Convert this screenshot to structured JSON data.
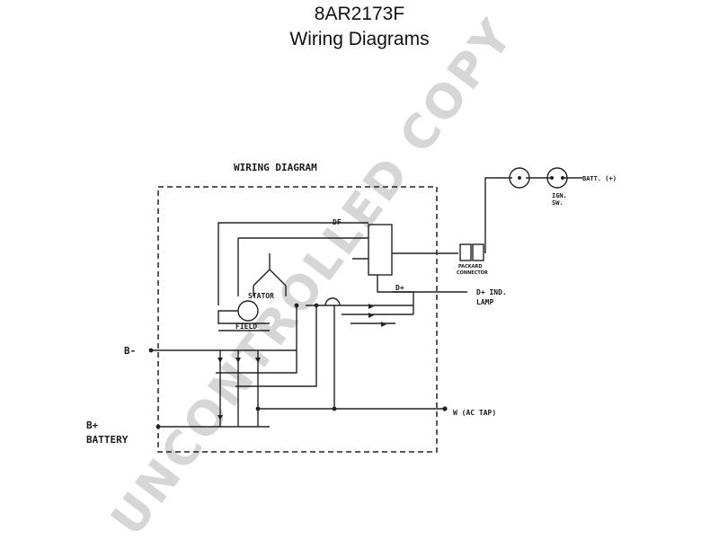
{
  "header": {
    "part_number": "8AR2173F",
    "title": "Wiring Diagrams"
  },
  "diagram": {
    "heading": "WIRING DIAGRAM",
    "labels": {
      "df": "DF",
      "d_plus": "D+",
      "stator": "STATOR",
      "field": "FIELD",
      "b_minus": "B-",
      "b_plus": "B+",
      "battery": "BATTERY",
      "d_plus_ind": "D+ IND.",
      "lamp": "LAMP",
      "w_ac_tap": "W (AC TAP)",
      "packard_1": "PACKARD",
      "packard_2": "CONNECTOR",
      "batt": "BATT. (+)",
      "ign_1": "IGN.",
      "ign_2": "SW."
    },
    "watermark": "UNCONTROLLED COPY"
  }
}
